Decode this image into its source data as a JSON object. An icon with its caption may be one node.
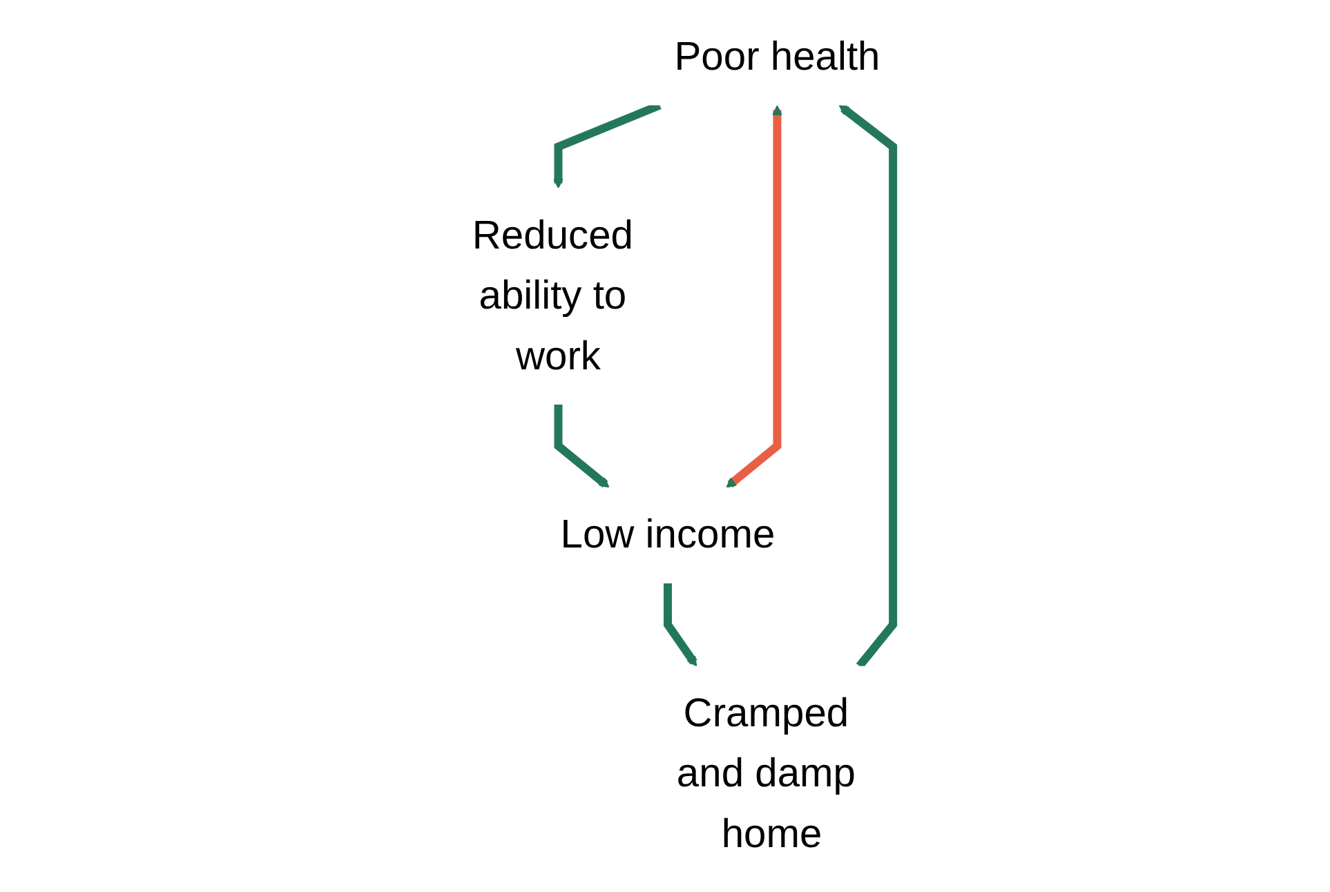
{
  "diagram": {
    "nodes": [
      {
        "text": [
          "Poor health"
        ]
      },
      {
        "text": [
          "Reduced ability to work"
        ]
      },
      {
        "text": [
          "Low income"
        ]
      },
      {
        "text": [
          "Cramped and damp home"
        ]
      }
    ],
    "edges": [
      {
        "from": 0,
        "to": 1,
        "arrow": "to"
      },
      {
        "from": 1,
        "to": 2,
        "arrow": "to"
      },
      {
        "from": 2,
        "to": 3,
        "arrow": "to"
      },
      {
        "from": 3,
        "to": 0,
        "arrow": "to"
      },
      {
        "from": 0,
        "to": 2,
        "arrow": "both",
        "color": "#e85f45"
      }
    ]
  }
}
